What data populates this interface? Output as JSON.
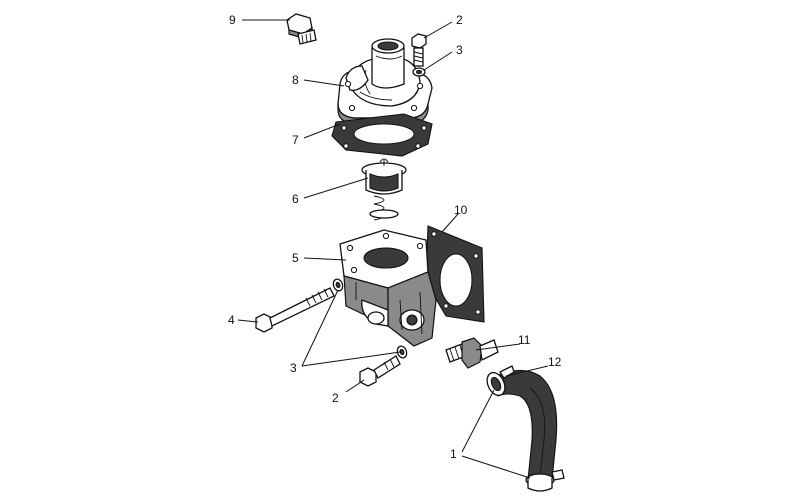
{
  "callouts": {
    "n9": "9",
    "n2_top": "2",
    "n3_top": "3",
    "n8": "8",
    "n7": "7",
    "n6": "6",
    "n10": "10",
    "n5": "5",
    "n4": "4",
    "n3_bottom": "3",
    "n11": "11",
    "n12": "12",
    "n2_bottom": "2",
    "n1": "1"
  }
}
